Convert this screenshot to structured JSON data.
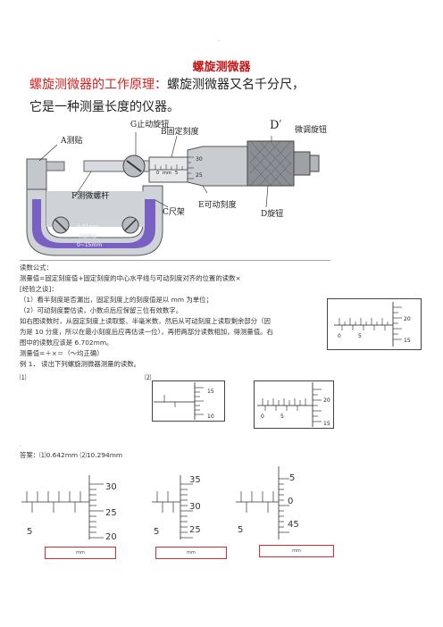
{
  "header_dot": "-",
  "title": "螺旋测微器",
  "intro": {
    "principle_label": "螺旋测微器的工作原理：",
    "line1_rest": "螺旋测微器又名千分尺，",
    "line2": "它是一种测量长度的仪器。"
  },
  "figure": {
    "labels": {
      "anvil": "A测贴",
      "spindle": "F测微螺杆",
      "lock": "G止动旋钮",
      "sleeve": "B固定刻度",
      "ratchet_letter": "D′",
      "ratchet": "微调旋钮",
      "thimble": "E可动刻度",
      "frame": "C尺架",
      "knob": "D旋钮"
    },
    "frame_text": [
      "0.01mm",
      "测量精度",
      "0~15mm"
    ],
    "sleeve_marks": [
      "0",
      "mm",
      "5"
    ],
    "thimble_marks": [
      "30",
      "25"
    ]
  },
  "reading": {
    "formula_title": "读数公式：",
    "formula": "测量值=固定刻度值+固定刻度的中心水平线与可动刻度对齐的位置的读数×",
    "tips_title": "[经验之谈]：",
    "tip1": "（1）看半刻度是否漏出，固定刻度上的刻度值是以 mm 为单位；",
    "tip2": "（2）可动刻度要估读，小数点后应保留三位有效数字。",
    "para": [
      "如右图读数时，从固定刻度上读取整、半毫米数，然后从可动刻度上读取剩余部分（因",
      "为是 10 分度，所以在最小刻度后应再估读一位），再把两部分读数相加，得测量值。右",
      "图中的读数应该是 6.702mm。"
    ],
    "measure": "测量值=＋×＝（～均正确）",
    "example": "例 1． 读出下列螺旋测微器测量的读数。",
    "ex1_label": "⑴",
    "ex2_label": "⑵",
    "small_dot": ".",
    "answer": "答案：⑴0.642mm  ⑵10.294mm"
  },
  "right_scale": {
    "marks": [
      "20",
      "15",
      "0",
      "5"
    ]
  },
  "ex1_scale": {
    "marks": [
      "15",
      "10"
    ]
  },
  "ex2_scale": {
    "marks": [
      "0",
      "5",
      "20",
      "15"
    ]
  },
  "bottom": {
    "g1": {
      "thimble": [
        "30",
        "25",
        "20"
      ],
      "sleeve": "5",
      "unit": "mm"
    },
    "g2": {
      "thimble": [
        "35",
        "30",
        "25"
      ],
      "sleeve": "5",
      "unit": "mm"
    },
    "g3": {
      "thimble": [
        "5",
        "0",
        "45"
      ],
      "sleeve": "5",
      "unit": "mm"
    }
  }
}
